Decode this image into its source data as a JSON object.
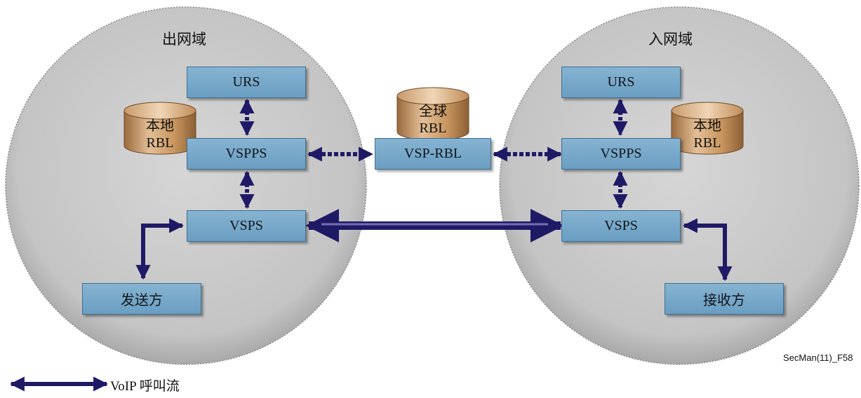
{
  "domains": {
    "outgoing": "出网域",
    "incoming": "入网域"
  },
  "nodes": {
    "left_urs": "URS",
    "left_vspps": "VSPPS",
    "left_vsps": "VSPS",
    "sender": "发送方",
    "center_vsp_rbl": "VSP-RBL",
    "right_urs": "URS",
    "right_vspps": "VSPPS",
    "right_vsps": "VSPS",
    "receiver": "接收方"
  },
  "databases": {
    "left_local": {
      "line1": "本地",
      "line2": "RBL"
    },
    "global": {
      "line1": "全球",
      "line2": "RBL"
    },
    "right_local": {
      "line1": "本地",
      "line2": "RBL"
    }
  },
  "legend": {
    "label": "VoIP 呼叫流"
  },
  "figure_id": "SecMan(11)_F58",
  "colors": {
    "circle_fill": "#c8c8c8",
    "box_fill": "#78a8c9",
    "cylinder_fill": "#c89868",
    "arrow_color": "#1f1a66"
  }
}
